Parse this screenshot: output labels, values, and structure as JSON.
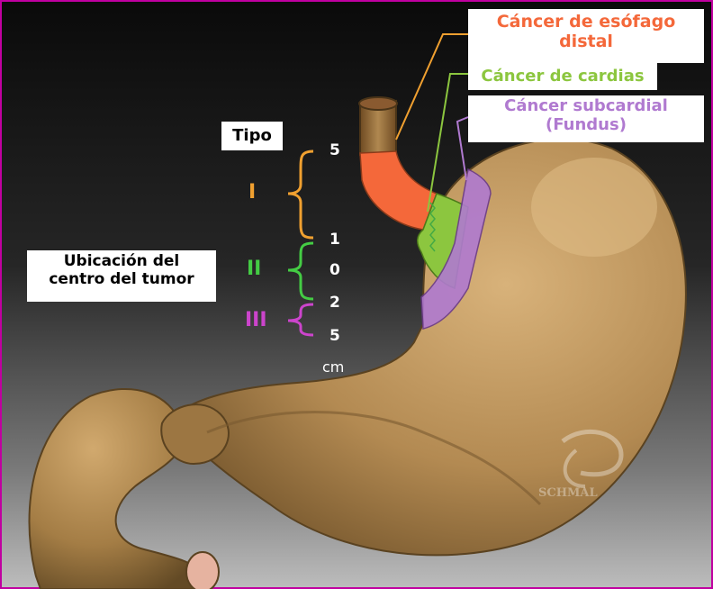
{
  "labels": {
    "esofago_line1": "Cáncer de esófago",
    "esofago_line2": "distal",
    "cardias": "Cáncer de cardias",
    "subcardial_line1": "Cáncer subcardial",
    "subcardial_line2": "(Fundus)",
    "tipo": "Tipo",
    "ubicacion_line1": "Ubicación del",
    "ubicacion_line2": "centro del tumor"
  },
  "scale": {
    "ticks": [
      "5",
      "1",
      "0",
      "2",
      "5"
    ],
    "unit": "cm"
  },
  "types": {
    "type_1": "I",
    "type_2": "II",
    "type_3": "III"
  },
  "watermark": "SCHMAL",
  "colors": {
    "esofago": "#f4683a",
    "cardias": "#8cc63f",
    "subcardial": "#b07ad0",
    "type_1": "#f0a030",
    "type_2": "#44cc44",
    "type_3": "#cc44cc",
    "stomach": "#b08850",
    "frame": "#c000a0"
  }
}
